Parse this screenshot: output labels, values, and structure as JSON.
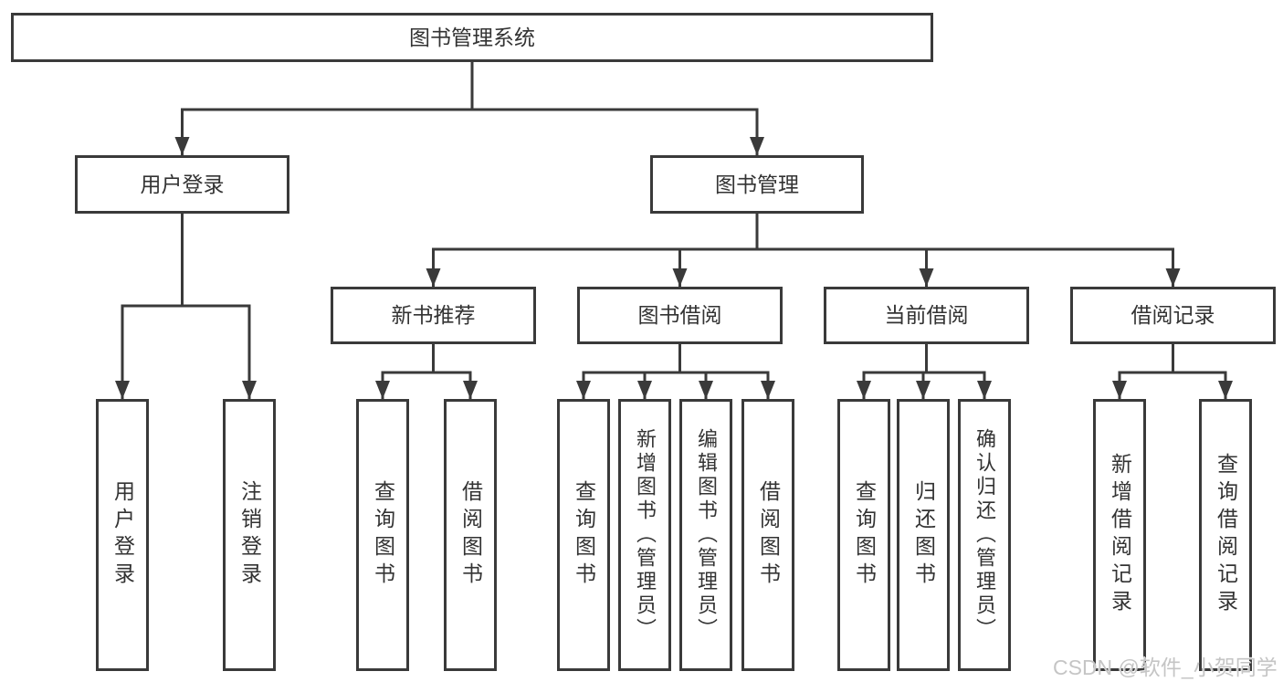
{
  "diagram": {
    "root": {
      "label": "图书管理系统"
    },
    "branches": {
      "user_login": {
        "label": "用户登录",
        "children": {
          "login": {
            "label": "用户登录"
          },
          "logout": {
            "label": "注销登录"
          }
        }
      },
      "book_mgmt": {
        "label": "图书管理",
        "children": {
          "new_book_rec": {
            "label": "新书推荐",
            "children": {
              "query": {
                "label": "查询图书"
              },
              "borrow": {
                "label": "借阅图书"
              }
            }
          },
          "book_borrow": {
            "label": "图书借阅",
            "children": {
              "query": {
                "label": "查询图书"
              },
              "add": {
                "label": "新增图书（管理员）"
              },
              "edit": {
                "label": "编辑图书（管理员）"
              },
              "borrow": {
                "label": "借阅图书"
              }
            }
          },
          "current_borrow": {
            "label": "当前借阅",
            "children": {
              "query": {
                "label": "查询图书"
              },
              "return": {
                "label": "归还图书"
              },
              "confirm": {
                "label": "确认归还（管理员）"
              }
            }
          },
          "borrow_record": {
            "label": "借阅记录",
            "children": {
              "add": {
                "label": "新增借阅记录"
              },
              "query": {
                "label": "查询借阅记录"
              }
            }
          }
        }
      }
    }
  },
  "watermark": {
    "text": "CSDN @软件_小贺同学"
  },
  "colors": {
    "line": "#3a3a3a",
    "text": "#333333",
    "watermark": "#c5c5c5",
    "background": "#ffffff"
  }
}
